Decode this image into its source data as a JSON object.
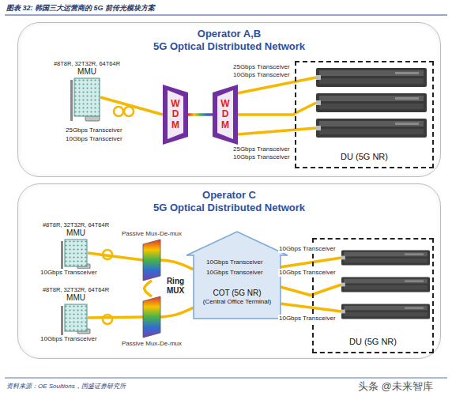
{
  "diagram": {
    "title": "图表 32: 韩国三大运营商的 5G 前传光模块方案",
    "caption": "资料来源：OE Soultions，国盛证券研究所",
    "nodes": [
      {
        "text": [
          "Operator A,B",
          "5G Optical Distributed Network"
        ]
      },
      {
        "text": [
          "#8T8R, 32T32R, 64T64R",
          "MMU"
        ],
        "in": 0
      },
      {
        "text": [
          "WDM"
        ],
        "in": 0
      },
      {
        "text": [
          "WDM"
        ],
        "in": 0
      },
      {
        "text": [
          "DU (5G NR)"
        ],
        "in": 0
      },
      {
        "text": [
          "Operator C",
          "5G Optical Distributed Network"
        ]
      },
      {
        "text": [
          "#8T8R, 32T32R, 64T64R",
          "MMU"
        ],
        "in": 5
      },
      {
        "text": [
          "#8T8R, 32T32R, 64T64R",
          "MMU"
        ],
        "in": 5
      },
      {
        "text": [
          "Passive Mux-De-mux"
        ],
        "in": 5
      },
      {
        "text": [
          "Passive Mux-De-mux"
        ],
        "in": 5
      },
      {
        "text": [
          "COT (5G NR)",
          "(Central Office Terminal)"
        ],
        "in": 5
      },
      {
        "text": [
          "DU (5G NR)"
        ],
        "in": 5
      }
    ],
    "edges": [
      {
        "from": 1,
        "to": 2,
        "arrow": "none"
      },
      {
        "from": 2,
        "to": 3,
        "arrow": "none"
      },
      {
        "from": 3,
        "to": 4,
        "arrow": "none"
      },
      {
        "from": 6,
        "to": 8,
        "arrow": "none"
      },
      {
        "from": 7,
        "to": 9,
        "arrow": "none"
      },
      {
        "from": 8,
        "to": 10,
        "arrow": "none"
      },
      {
        "from": 9,
        "to": 10,
        "arrow": "none"
      },
      {
        "from": 8,
        "to": 9,
        "arrow": "none"
      },
      {
        "from": 10,
        "to": 11,
        "arrow": "none"
      }
    ],
    "labels": [
      "25Gbps Transceiver",
      "10Gbps Transceiver",
      "25Gbps Transceiver",
      "10Gbps Transceiver",
      "25Gbps Transceiver",
      "10Gbps Transceiver",
      "10Gbps Transceiver",
      "10Gbps Transceiver",
      "Ring MUX",
      "10Gbps Transceiver",
      "10Gbps Transceiver",
      "10Gbps Transceiver",
      "10Gbps Transceiver",
      "10Gbps Transceiver",
      "头条 @未来智库"
    ]
  }
}
